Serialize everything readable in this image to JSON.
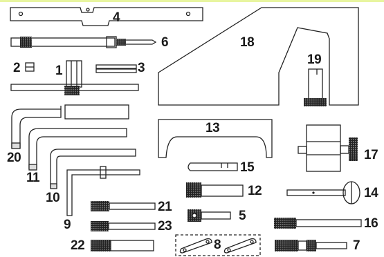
{
  "figure": {
    "accent_color": "#e8f5a0",
    "stroke_color": "#222222",
    "background": "#ffffff"
  },
  "labels": {
    "l1": "1",
    "l2": "2",
    "l3": "3",
    "l4": "4",
    "l5": "5",
    "l6": "6",
    "l7": "7",
    "l8": "8",
    "l9": "9",
    "l10": "10",
    "l11": "11",
    "l12": "12",
    "l13": "13",
    "l14": "14",
    "l15": "15",
    "l16": "16",
    "l17": "17",
    "l18": "18",
    "l19": "19",
    "l20": "20",
    "l21": "21",
    "l22": "22",
    "l23": "23"
  }
}
